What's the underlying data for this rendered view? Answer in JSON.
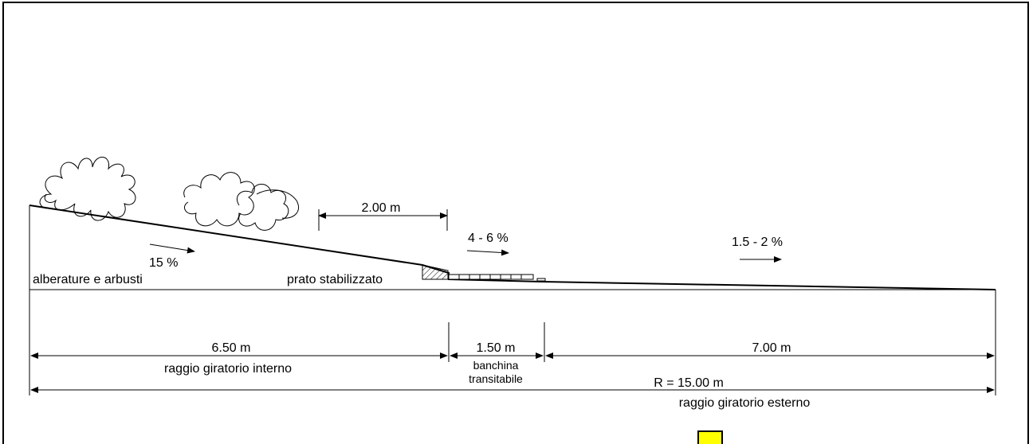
{
  "labels": {
    "dim_prato_width": "2.00 m",
    "slope_banchina": "4 - 6 %",
    "slope_carriageway": "1.5 - 2 %",
    "slope_embankment": "15 %",
    "zone_trees": "alberature e arbusti",
    "zone_lawn": "prato stabilizzato",
    "dim_inner": "6.50 m",
    "dim_inner_caption": "raggio giratorio interno",
    "dim_banchina": "1.50 m",
    "dim_banchina_caption_1": "banchina",
    "dim_banchina_caption_2": "transitabile",
    "dim_carriageway": "7.00 m",
    "dim_total": "R = 15.00 m",
    "dim_total_caption": "raggio giratorio esterno"
  },
  "colors": {
    "line": "#000000",
    "background": "#ffffff",
    "marker_fill": "#ffff00"
  }
}
